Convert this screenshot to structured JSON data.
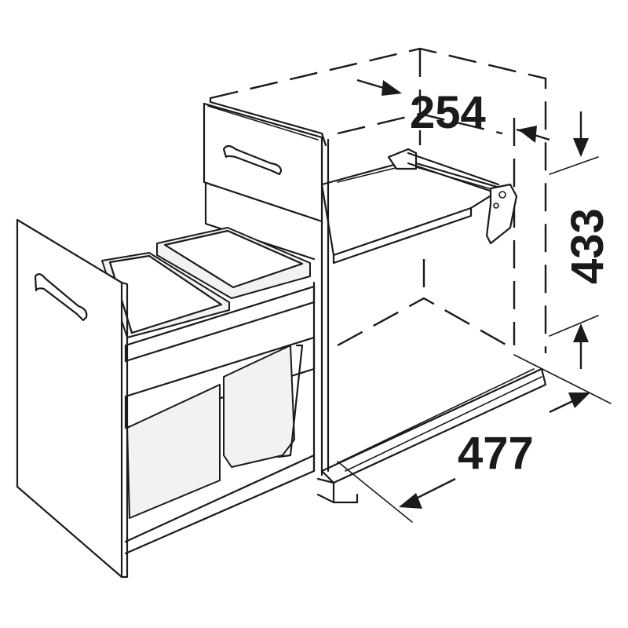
{
  "dimensions": {
    "width": "254",
    "height": "433",
    "depth": "477"
  }
}
